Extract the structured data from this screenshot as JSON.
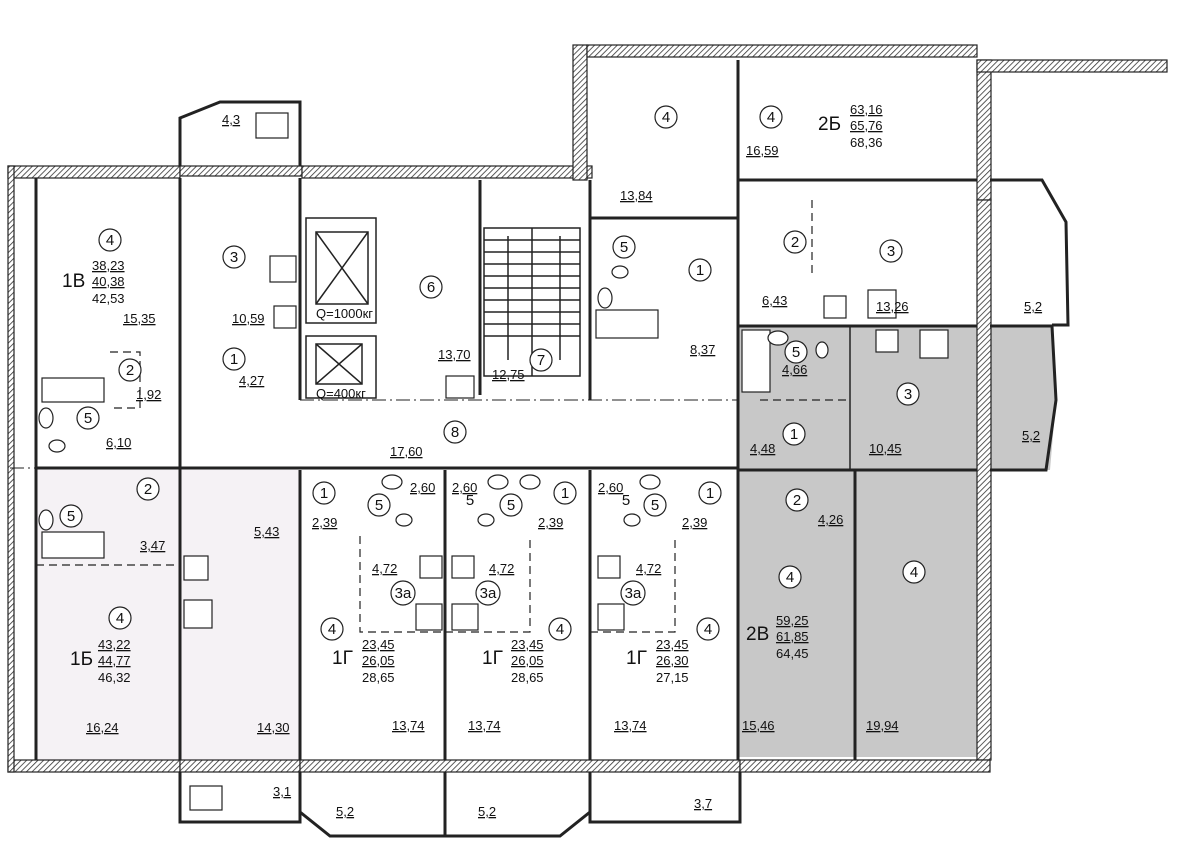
{
  "apartments": {
    "a1v": {
      "code": "1В",
      "areas": [
        "38,23",
        "40,38",
        "42,53"
      ]
    },
    "a2b": {
      "code": "2Б",
      "areas": [
        "63,16",
        "65,76",
        "68,36"
      ]
    },
    "a1b": {
      "code": "1Б",
      "areas": [
        "43,22",
        "44,77",
        "46,32"
      ]
    },
    "a1g1": {
      "code": "1Г",
      "areas": [
        "23,45",
        "26,05",
        "28,65"
      ]
    },
    "a1g2": {
      "code": "1Г",
      "areas": [
        "23,45",
        "26,05",
        "28,65"
      ]
    },
    "a1g3": {
      "code": "1Г",
      "areas": [
        "23,45",
        "26,30",
        "27,15"
      ]
    },
    "a2v": {
      "code": "2В",
      "areas": [
        "59,25",
        "61,85",
        "64,45"
      ]
    }
  },
  "room_areas": [
    "4,3",
    "15,35",
    "10,59",
    "4,27",
    "1,92",
    "6,10",
    "13,70",
    "12,75",
    "13,84",
    "8,37",
    "16,59",
    "6,43",
    "13,26",
    "5,2",
    "4,66",
    "4,48",
    "10,45",
    "5,2",
    "17,60",
    "2,60",
    "2,60",
    "2,60",
    "2,39",
    "2,39",
    "2,39",
    "4,72",
    "4,72",
    "4,72",
    "5,43",
    "3,47",
    "4,26",
    "16,24",
    "14,30",
    "13,74",
    "13,74",
    "13,74",
    "15,46",
    "19,94",
    "3,1",
    "5,2",
    "5,2",
    "3,7"
  ],
  "room_numbers": [
    "4",
    "3",
    "1",
    "2",
    "5",
    "6",
    "7",
    "8",
    "4",
    "4",
    "5",
    "1",
    "2",
    "3",
    "5",
    "3",
    "1",
    "2",
    "4",
    "4",
    "2",
    "5",
    "4",
    "1",
    "5",
    "3а",
    "4",
    "1",
    "5",
    "3а",
    "4",
    "1",
    "5",
    "3а",
    "4",
    "5",
    "5"
  ],
  "elevators": {
    "large": "Q=1000кг",
    "small": "Q=400кг"
  },
  "colors": {
    "shade_dark": "#c8c8c8",
    "shade_light": "#f5f2f5",
    "wall": "#222222"
  }
}
